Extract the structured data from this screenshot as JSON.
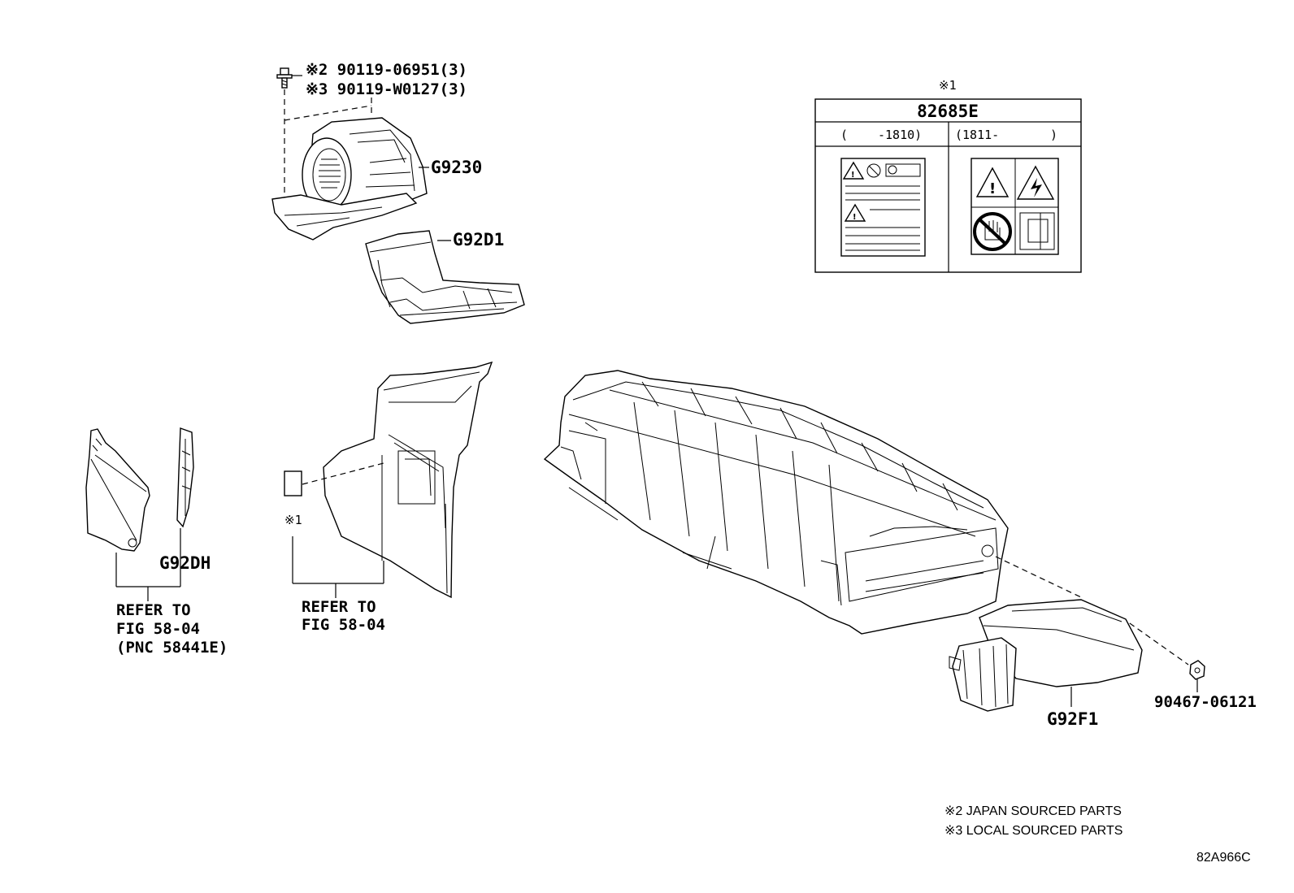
{
  "fasteners": {
    "line1": "※2 90119-06951(3)",
    "line2": "※3 90119-W0127(3)"
  },
  "parts": {
    "blower": "G9230",
    "duct": "G92D1",
    "left_cover": "G92DH",
    "battery_cover": "G92F1",
    "nut": "90467-06121"
  },
  "refer_left": {
    "line1": "REFER TO",
    "line2": "FIG 58-04",
    "line3": "(PNC 58441E)"
  },
  "refer_center": {
    "line1": "REFER TO",
    "line2": "FIG 58-04"
  },
  "label_box": {
    "note_mark": "※1",
    "part_no": "82685E",
    "range_old_open": "(",
    "range_old_end": "-1810)",
    "range_new_start": "(1811-",
    "range_new_close": ")"
  },
  "center_label_note": "※1",
  "legend": {
    "line1": "※2 JAPAN SOURCED PARTS",
    "line2": "※3 LOCAL SOURCED PARTS"
  },
  "figure_code": "82A966C"
}
